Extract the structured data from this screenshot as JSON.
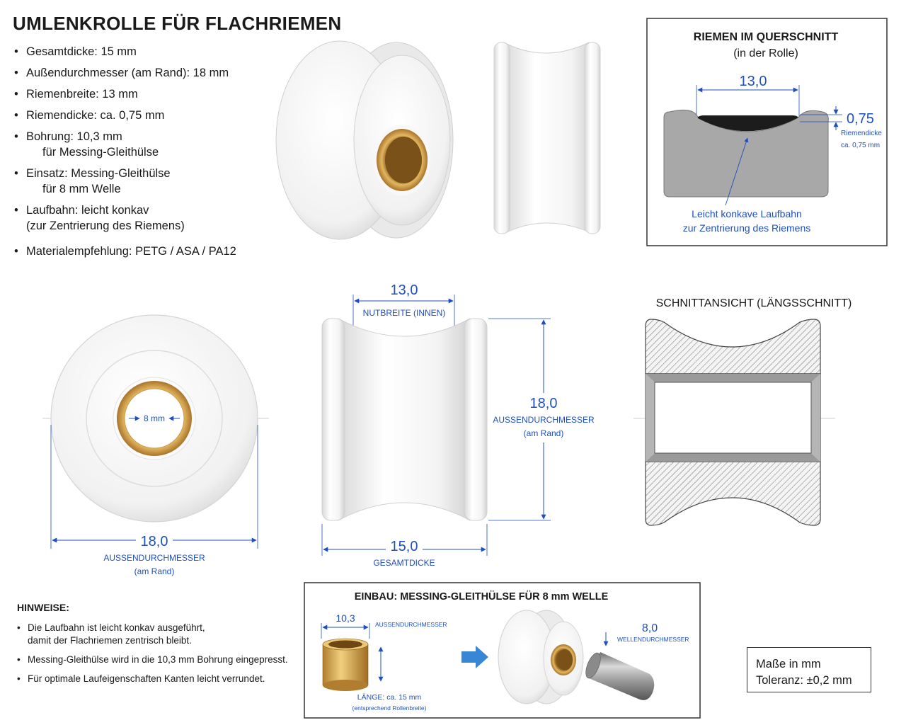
{
  "title": "UMLENKROLLE FÜR FLACHRIEMEN",
  "specs": [
    {
      "l1": "Gesamtdicke: 15 mm"
    },
    {
      "l1": "Außendurchmesser (am Rand): 18 mm"
    },
    {
      "l1": "Riemenbreite: 13 mm"
    },
    {
      "l1": "Riemendicke: ca. 0,75 mm"
    },
    {
      "l1": "Bohrung: 10,3 mm",
      "l2": "für Messing-Gleithülse"
    },
    {
      "l1": "Einsatz: Messing-Gleithülse",
      "l2": "für 8 mm Welle"
    },
    {
      "l1": "Laufbahn: leicht konkav",
      "l2": "(zur Zentrierung des Riemens)"
    },
    {
      "l1": "Materialempfehlung: PETG / ASA / PA12"
    }
  ],
  "cross_section": {
    "title": "RIEMEN IM QUERSCHNITT",
    "subtitle": "(in der Rolle)",
    "width_value": "13,0",
    "thickness_value": "0,75",
    "thickness_label_1": "Riemendicke",
    "thickness_label_2": "ca. 0,75 mm",
    "note_1": "Leicht konkave Laufbahn",
    "note_2": "zur Zentrierung des Riemens"
  },
  "front_view": {
    "bore_label": "8 mm",
    "diameter_value": "18,0",
    "diameter_label_1": "AUSSENDURCHMESSER",
    "diameter_label_2": "(am Rand)"
  },
  "side_view": {
    "groove_value": "13,0",
    "groove_label": "NUTBREITE (INNEN)",
    "diameter_value": "18,0",
    "diameter_label_1": "AUSSENDURCHMESSER",
    "diameter_label_2": "(am Rand)",
    "thickness_value": "15,0",
    "thickness_label": "GESAMTDICKE"
  },
  "section_view": {
    "title": "SCHNITTANSICHT (LÄNGSSCHNITT)"
  },
  "assembly": {
    "title": "EINBAU: MESSING-GLEITHÜLSE FÜR 8 mm WELLE",
    "bush_value": "10,3",
    "bush_label": "AUSSENDURCHMESSER",
    "length_label_1": "LÄNGE: ca. 15 mm",
    "length_label_2": "(entsprechend Rollenbreite)",
    "shaft_value": "8,0",
    "shaft_label": "WELLENDURCHMESSER"
  },
  "notes": {
    "title": "HINWEISE:",
    "items": [
      {
        "l1": "Die Laufbahn ist leicht konkav ausgeführt,",
        "l2": "damit der Flachriemen zentrisch bleibt."
      },
      {
        "l1": "Messing-Gleithülse wird in die 10,3 mm Bohrung eingepresst."
      },
      {
        "l1": "Für optimale Laufeigenschaften Kanten leicht verrundet."
      }
    ]
  },
  "units": {
    "line1": "Maße in mm",
    "line2": "Toleranz: ±0,2 mm"
  },
  "colors": {
    "dimension_blue": "#1f4fbf",
    "brass": "#c8963c",
    "roller_white": "#f2f2f2",
    "section_gray": "#9a9a9a"
  }
}
